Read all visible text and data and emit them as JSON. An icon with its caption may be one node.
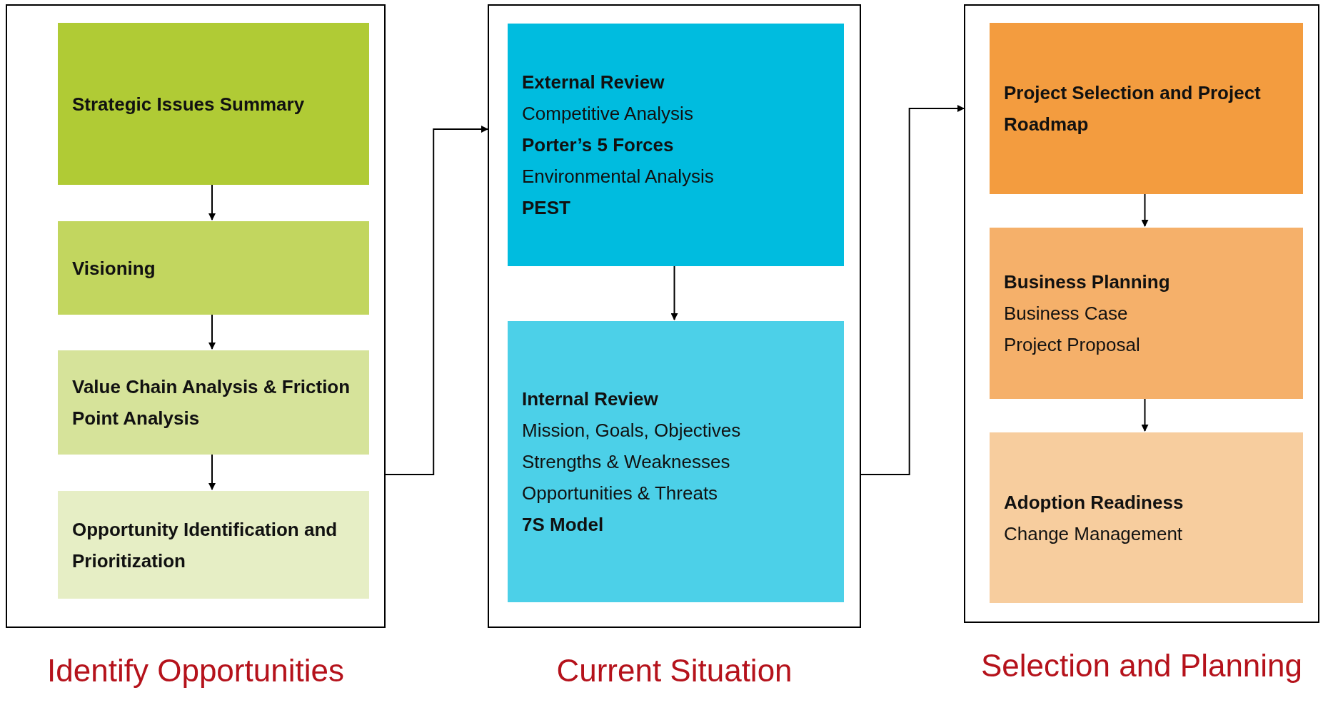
{
  "diagram": {
    "nodes": [
      {
        "text": [
          "Identify Opportunities"
        ]
      },
      {
        "text": [
          "Strategic Issues Summary"
        ],
        "in": 0
      },
      {
        "text": [
          "Visioning"
        ],
        "in": 0
      },
      {
        "text": [
          "Value Chain Analysis & Friction Point Analysis"
        ],
        "in": 0
      },
      {
        "text": [
          "Opportunity Identification and Prioritization"
        ],
        "in": 0
      },
      {
        "text": [
          "Current Situation"
        ]
      },
      {
        "text": [
          "**External Review**",
          "Competitive Analysis",
          "**Porter’s 5 Forces**",
          "Environmental Analysis",
          "**PEST**"
        ],
        "in": 5
      },
      {
        "text": [
          "**Internal Review**",
          "Mission, Goals, Objectives",
          "Strengths & Weaknesses",
          "Opportunities & Threats",
          "**7S Model**"
        ],
        "in": 5
      },
      {
        "text": [
          "Selection and Planning"
        ]
      },
      {
        "text": [
          "Project Selection and Project Roadmap"
        ],
        "in": 8
      },
      {
        "text": [
          "**Business Planning**",
          "Business Case",
          "Project Proposal"
        ],
        "in": 8
      },
      {
        "text": [
          "**Adoption Readiness**",
          "Change Management"
        ],
        "in": 8
      }
    ],
    "edges": [
      {
        "from": 1,
        "to": 2,
        "arrow": "to"
      },
      {
        "from": 2,
        "to": 3,
        "arrow": "to"
      },
      {
        "from": 3,
        "to": 4,
        "arrow": "to"
      },
      {
        "from": 6,
        "to": 7,
        "arrow": "to"
      },
      {
        "from": 9,
        "to": 10,
        "arrow": "to"
      },
      {
        "from": 10,
        "to": 11,
        "arrow": "to"
      },
      {
        "from": 0,
        "to": 5,
        "arrow": "to"
      },
      {
        "from": 5,
        "to": 8,
        "arrow": "to"
      }
    ]
  }
}
